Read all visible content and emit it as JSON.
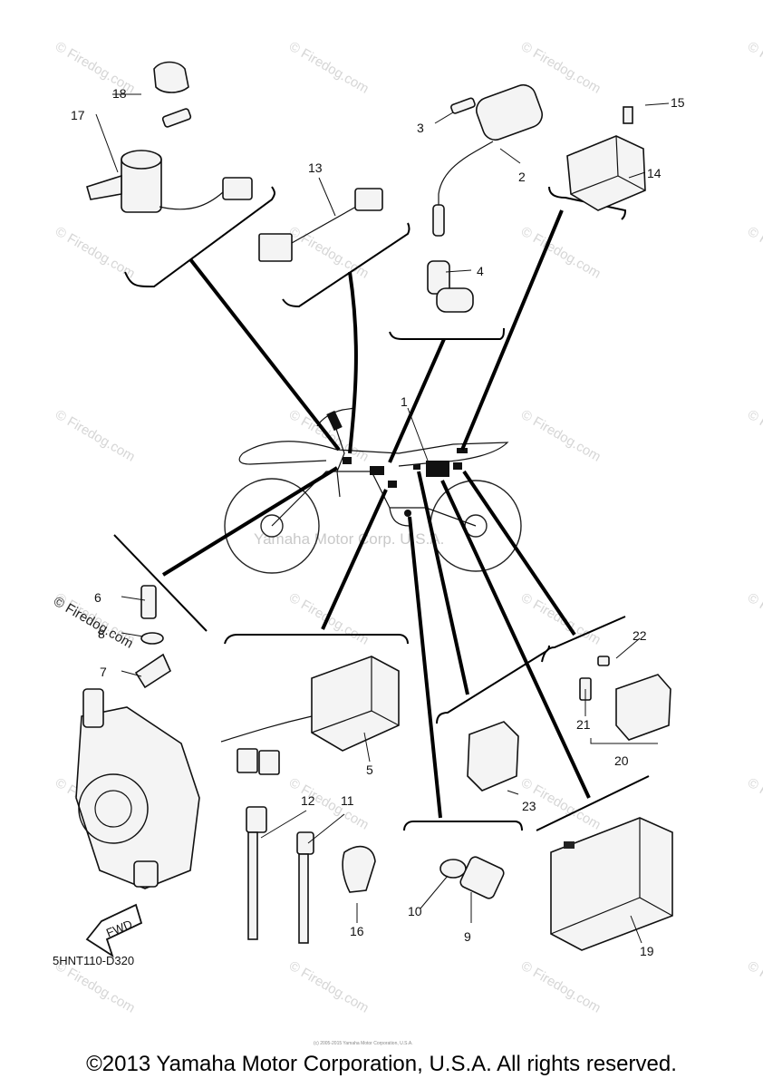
{
  "diagram_code": "5HNT110-D320",
  "copyright": "©2013 Yamaha Motor Corporation, U.S.A. All rights reserved.",
  "center_watermark": "Yamaha Motor Corp. U.S.A.",
  "watermark_text": "© Firedog.com",
  "watermark_label": "© Firedog.com",
  "fwd_label": "FWD",
  "small_print": "(c) 2005-2015 Yamaha Motor Corporation, U.S.A.",
  "callouts": {
    "p1": "1",
    "p2": "2",
    "p3": "3",
    "p4": "4",
    "p5": "5",
    "p6": "6",
    "p7": "7",
    "p8": "8",
    "p9": "9",
    "p10": "10",
    "p11": "11",
    "p12": "12",
    "p13": "13",
    "p14": "14",
    "p15": "15",
    "p16": "16",
    "p17": "17",
    "p18": "18",
    "p19": "19",
    "p20": "20",
    "p21": "21",
    "p22": "22",
    "p23": "23"
  }
}
